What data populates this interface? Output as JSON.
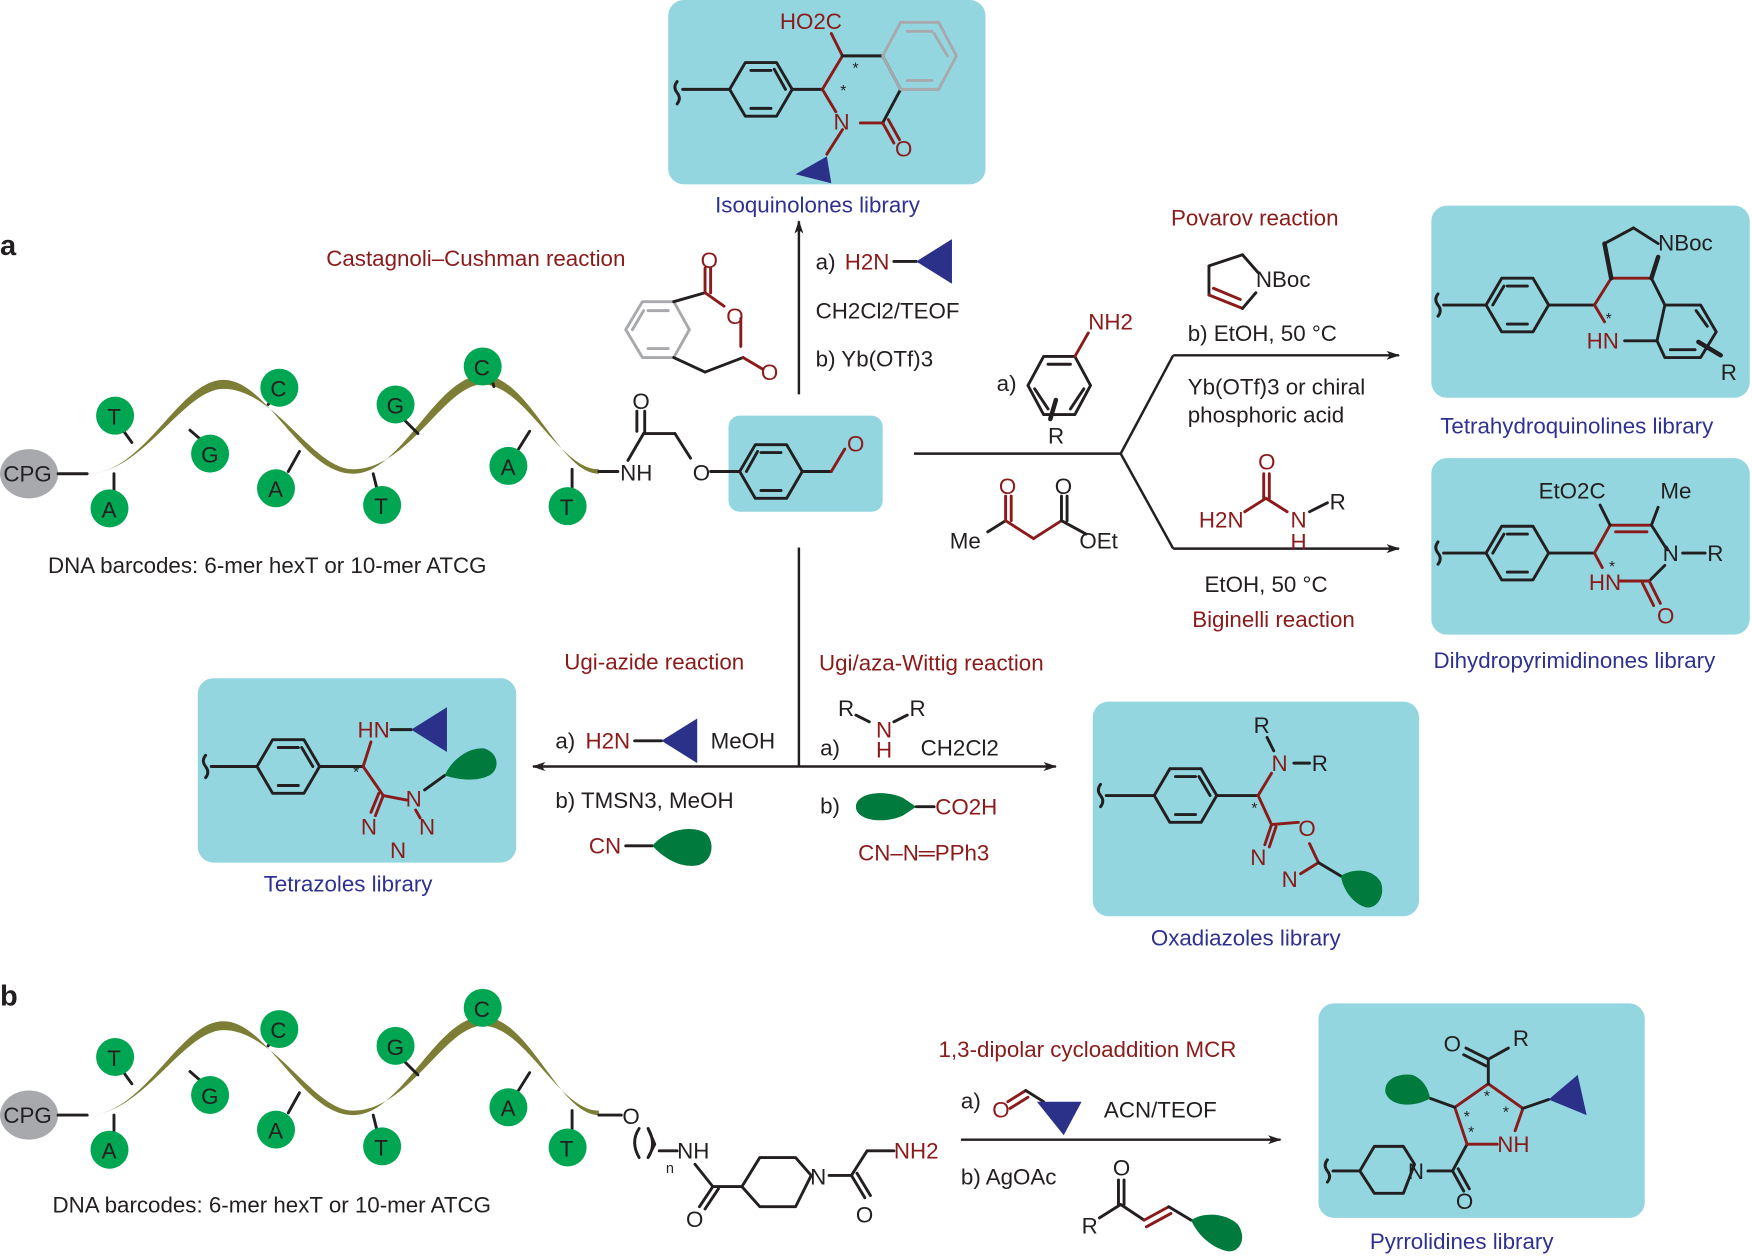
{
  "panel_labels": {
    "a": "a",
    "b": "b"
  },
  "colors": {
    "reaction_name": "#8b1a1a",
    "library_name": "#2e3192",
    "highlight_box": "#93d6df",
    "nucleotide": "#00a651",
    "dna_ribbon": "#7b7e34",
    "building_block_triangle": "#2b3088",
    "building_block_blob": "#007a3d"
  },
  "panel_a": {
    "dna": {
      "solid_support": "CPG",
      "nucleotides_top": [
        "T",
        "G",
        "C",
        "G",
        "C"
      ],
      "nucleotides_bottom": [
        "A",
        "A",
        "T",
        "A",
        "T"
      ],
      "caption": "DNA barcodes: 6-mer hexT or 10-mer  ATCG"
    },
    "linker": {
      "carbonyl_o": "O",
      "amide": "NH",
      "ether_o": "O",
      "aldehyde_o": "O"
    },
    "reactions": {
      "castagnoli": {
        "name": "Castagnoli–Cushman reaction",
        "anhydride_atoms": [
          "O",
          "O",
          "O"
        ],
        "step_a_prefix": "a)",
        "step_a_amine": "H2N",
        "solvent": "CH2Cl2/TEOF",
        "step_b": "b) Yb(OTf)3",
        "product_library": "Isoquinolones library",
        "product_atoms": {
          "acid": "HO2C",
          "n": "N",
          "o": "O"
        }
      },
      "povarov": {
        "name": "Povarov reaction",
        "step_a_prefix": "a)",
        "aniline_amine": "NH2",
        "aniline_r": "R",
        "dihydropyrrole": "NBoc",
        "step_b": "b) EtOH, 50 °C",
        "catalyst_line1": "Yb(OTf)3 or chiral",
        "catalyst_line2": "phosphoric acid",
        "product_library": "Tetrahydroquinolines library",
        "product_atoms": {
          "nboc": "NBoc",
          "hn": "HN",
          "r": "R"
        }
      },
      "biginelli": {
        "name": "Biginelli reaction",
        "ketoester_atoms": {
          "o1": "O",
          "o2": "O",
          "me": "Me",
          "oet": "OEt"
        },
        "urea_atoms": {
          "o": "O",
          "h2n": "H2N",
          "n": "N",
          "h": "H",
          "r": "R"
        },
        "conditions": "EtOH, 50 °C",
        "product_library": "Dihydropyrimidinones library",
        "product_atoms": {
          "ester": "EtO2C",
          "me": "Me",
          "n": "N",
          "r": "R",
          "hn": "HN",
          "o": "O"
        }
      },
      "ugi_azide": {
        "name": "Ugi-azide reaction",
        "step_a_prefix": "a)",
        "step_a_amine": "H2N",
        "step_a_solvent": "MeOH",
        "step_b": "b) TMSN3, MeOH",
        "isocyanide": "CN",
        "product_library": "Tetrazoles library",
        "product_atoms": {
          "hn": "HN",
          "n1": "N",
          "n2": "N",
          "n3": "N",
          "n4": "N"
        }
      },
      "ugi_aza_wittig": {
        "name": "Ugi/aza-Wittig reaction",
        "step_a_prefix": "a)",
        "amine_atoms": {
          "r1": "R",
          "r2": "R",
          "n": "N",
          "h": "H"
        },
        "solvent": "CH2Cl2",
        "step_b_prefix": "b)",
        "acid": "CO2H",
        "reagent": "CN–N═PPh3",
        "product_library": "Oxadiazoles library",
        "product_atoms": {
          "r1": "R",
          "n": "N",
          "r2": "R",
          "o": "O",
          "n1": "N",
          "n2": "N"
        }
      }
    }
  },
  "panel_b": {
    "dna": {
      "solid_support": "CPG",
      "nucleotides_top": [
        "T",
        "G",
        "C",
        "G",
        "C"
      ],
      "nucleotides_bottom": [
        "A",
        "A",
        "T",
        "A",
        "T"
      ],
      "caption": "DNA barcodes: 6-mer hexT or 10-mer ATCG"
    },
    "linker": {
      "o": "O",
      "n_sub": "n",
      "nh": "NH",
      "n_pip": "N",
      "o1": "O",
      "o2": "O",
      "amine": "NH2"
    },
    "reaction": {
      "name": "1,3-dipolar cycloaddition MCR",
      "step_a_prefix": "a)",
      "aldehyde_o": "O",
      "step_a_solvent": "ACN/TEOF",
      "step_b": "b) AgOAc",
      "enone_atoms": {
        "o": "O",
        "r": "R"
      },
      "product_library": "Pyrrolidines library",
      "product_atoms": {
        "o": "O",
        "r": "R",
        "nh": "NH",
        "n": "N",
        "o2": "O"
      }
    }
  }
}
